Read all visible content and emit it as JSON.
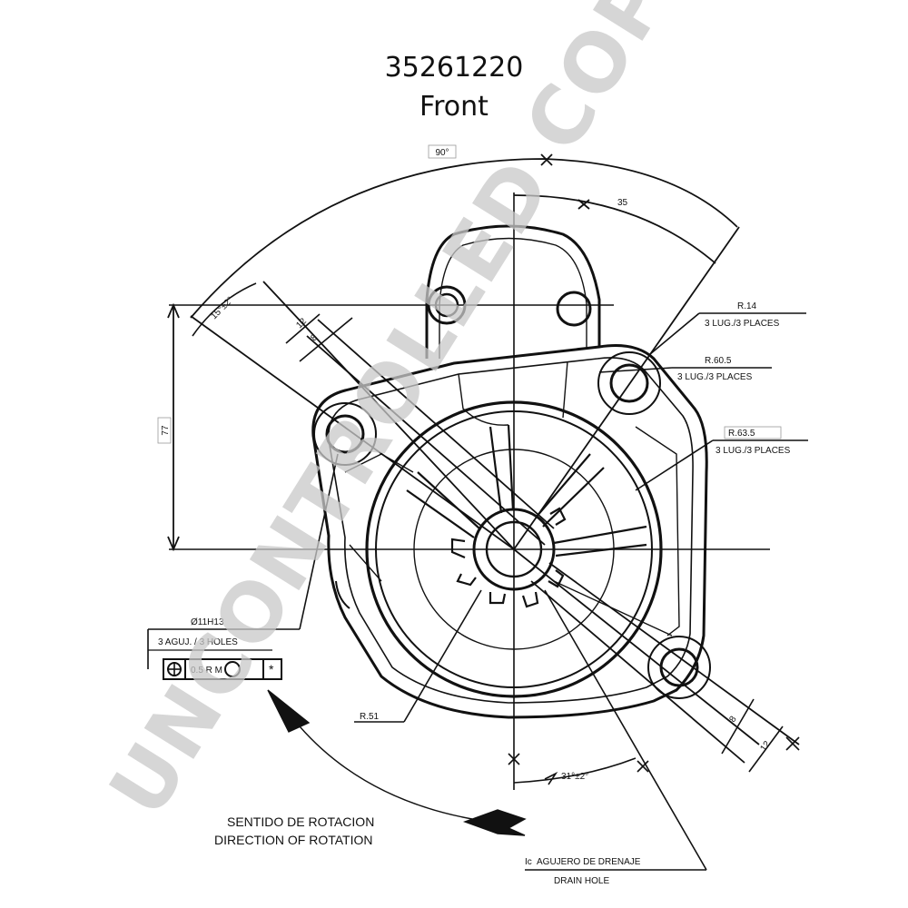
{
  "header": {
    "part_number": "35261220",
    "view": "Front"
  },
  "dimensions": {
    "angle_90": "90°",
    "angle_35": "35",
    "angle_15": "15°±2°",
    "width_12_top": "12",
    "width_8_top": "8",
    "height_77": "77",
    "width_8_bottom": "8",
    "width_12_bottom": "12",
    "angle_31": "31°±2°"
  },
  "callouts": {
    "r14": "R.14",
    "r14_note": "3 LUG./3 PLACES",
    "r605": "R.60.5",
    "r605_note": "3 LUG./3 PLACES",
    "r635": "R.63.5",
    "r635_note": "3 LUG./3 PLACES",
    "hole_dia": "Ø11H13",
    "hole_note": "3 AGUJ. / 3 HOLES",
    "tolerance": "0.5 R M",
    "tolerance_mark": "*",
    "r51": "R.51",
    "drain_es": "AGUJERO DE DRENAJE",
    "drain_en": "DRAIN HOLE",
    "drain_prefix": "Iᴄ"
  },
  "rotation": {
    "es": "SENTIDO DE ROTACION",
    "en": "DIRECTION OF ROTATION"
  },
  "watermark": "UNCONTROLLED COPY"
}
